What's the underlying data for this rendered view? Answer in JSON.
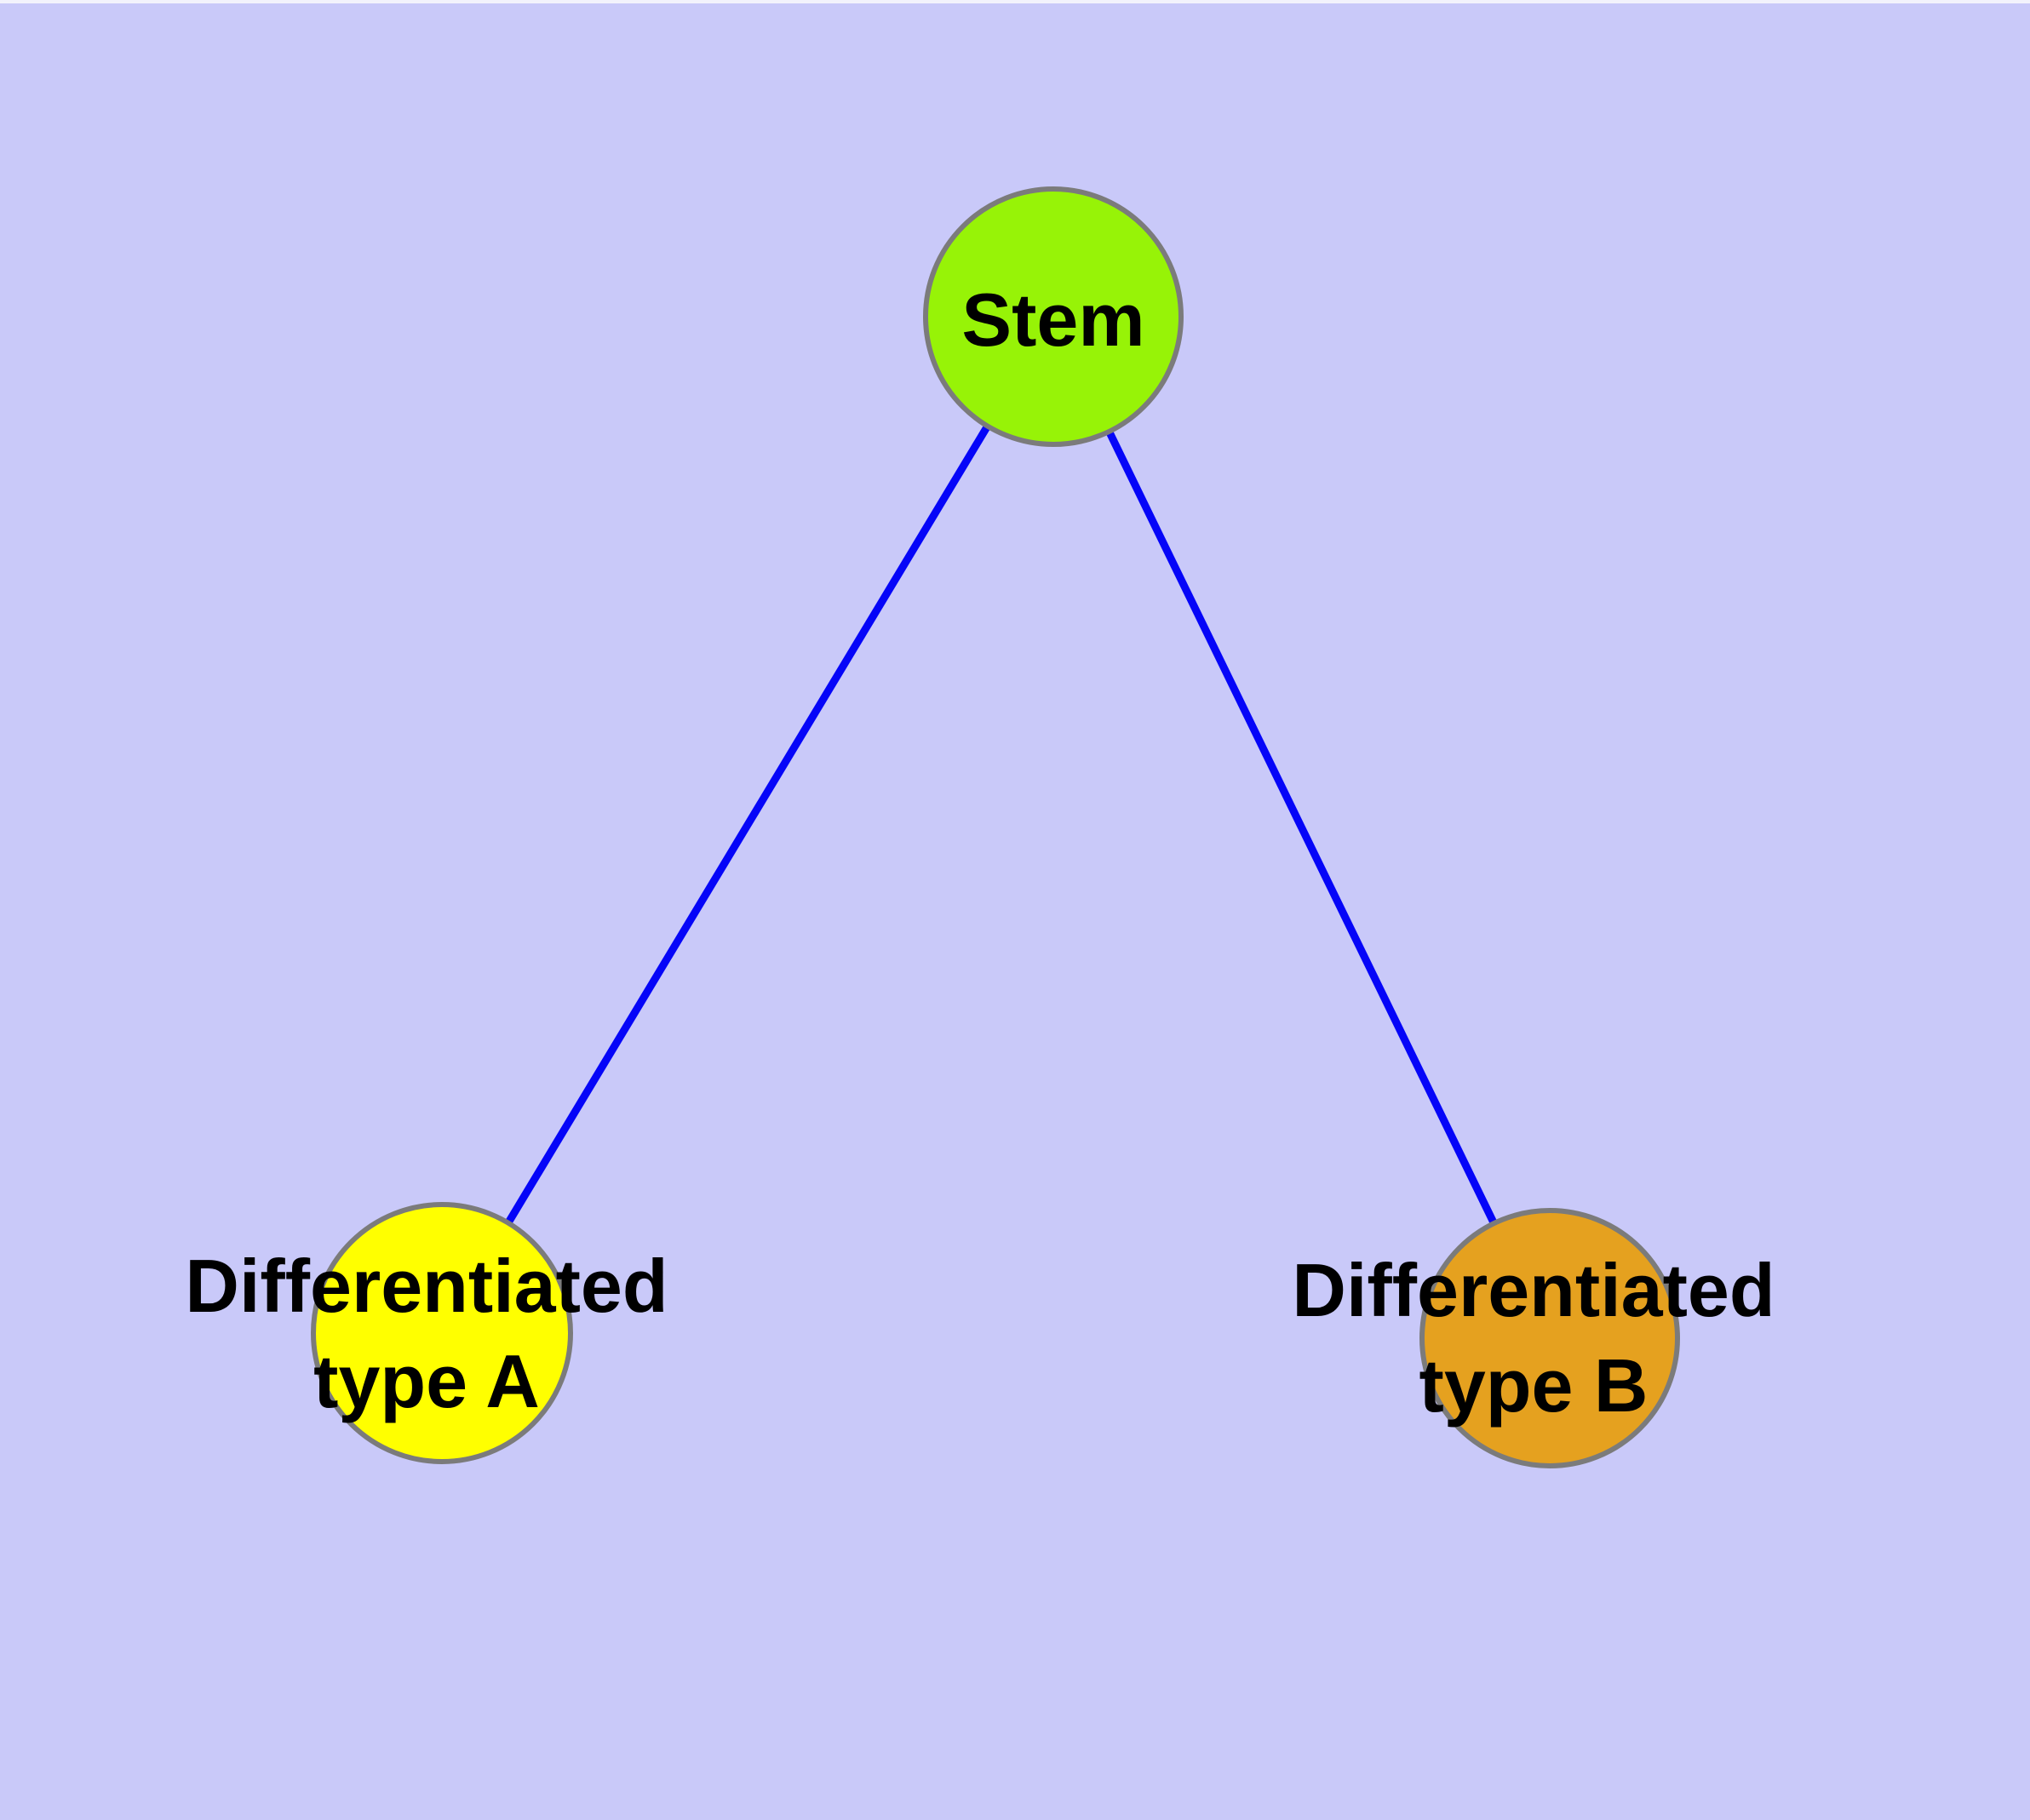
{
  "diagram": {
    "background_color": "#C9C9F9",
    "top_strip_color": "#F2F2FC",
    "colors": {
      "edge": "#0505F8",
      "node_border": "#7B7B7B",
      "label_text": "#000000"
    },
    "nodes": [
      {
        "id": "stem",
        "color": "#97F307",
        "lines": [
          "Stem"
        ]
      },
      {
        "id": "differentiated-type-a",
        "color": "#FFFF00",
        "lines": [
          "Differentiated",
          "type A"
        ]
      },
      {
        "id": "differentiated-type-b",
        "color": "#E5A11F",
        "lines": [
          "Differentiated",
          "type B"
        ]
      }
    ],
    "edges": [
      {
        "from": "stem",
        "to": "differentiated-type-a"
      },
      {
        "from": "stem",
        "to": "differentiated-type-b"
      }
    ]
  }
}
